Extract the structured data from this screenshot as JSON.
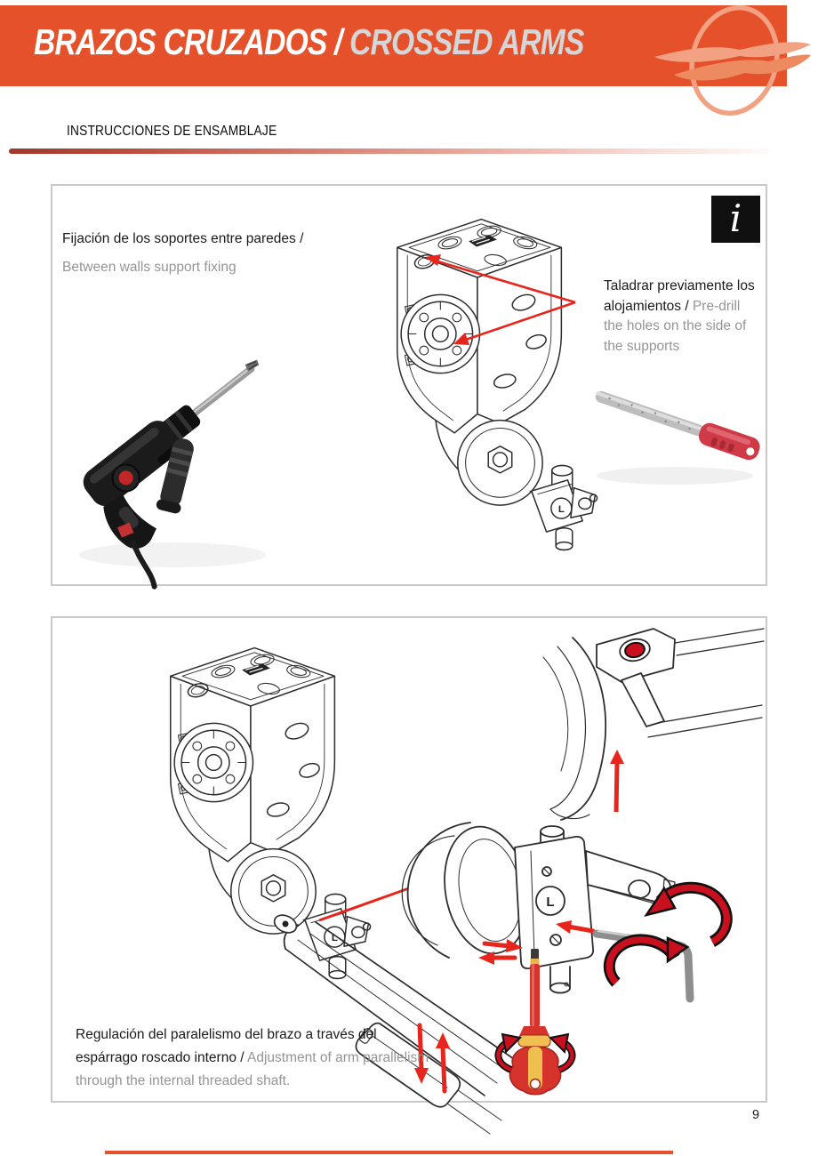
{
  "header": {
    "title_primary": "BRAZOS CRUZADOS /",
    "title_secondary": " CROSSED ARMS"
  },
  "section": {
    "label": "INSTRUCCIONES DE ENSAMBLAJE"
  },
  "panel_fixing": {
    "caption_es": "Fijación de los soportes entre paredes /",
    "caption_en": "Between walls support fixing",
    "info_glyph": "i",
    "note_es": "Taladrar previamente los alojamientos / ",
    "note_en": "Pre-drill the holes on the side of the supports",
    "joint_label": "L"
  },
  "panel_adjust": {
    "caption_es": "Regulación del paralelismo del brazo a través del espárrago roscado interno / ",
    "caption_en": "Adjustment of  arm parallelism through the internal threaded shaft.",
    "joint_label": "L"
  },
  "footer": {
    "page_number": "9"
  },
  "colors": {
    "band_orange": "#E4512A",
    "logo_salmon": "#F2A183",
    "accent_red": "#E8251D",
    "rotation_red": "#C8101E",
    "text_gray": "#959595"
  }
}
